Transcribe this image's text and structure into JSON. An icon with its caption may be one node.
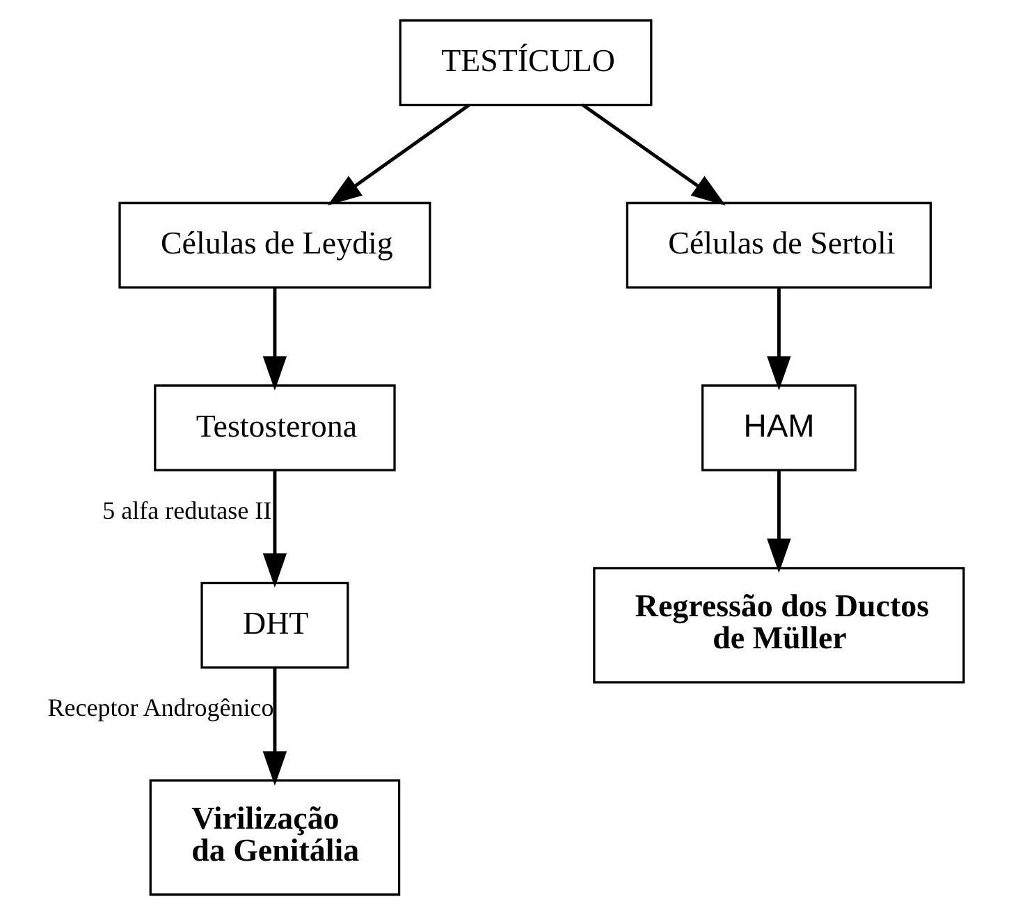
{
  "diagram": {
    "nodes": [
      {
        "text": [
          "TESTÍCULO"
        ]
      },
      {
        "text": [
          "Células de Leydig"
        ]
      },
      {
        "text": [
          "Células de Sertoli"
        ]
      },
      {
        "text": [
          "Testosterona"
        ]
      },
      {
        "text": [
          "DHT"
        ]
      },
      {
        "text": [
          "Virilização da Genitália"
        ]
      },
      {
        "text": [
          "HAM"
        ]
      },
      {
        "text": [
          "Regressão dos Ductos de Müller"
        ]
      }
    ],
    "edges": [
      {
        "from": 0,
        "to": 1,
        "arrow": "to"
      },
      {
        "from": 0,
        "to": 2,
        "arrow": "to"
      },
      {
        "from": 1,
        "to": 3,
        "arrow": "to"
      },
      {
        "from": 3,
        "to": 4,
        "arrow": "to",
        "label": "5 alfa redutase II"
      },
      {
        "from": 4,
        "to": 5,
        "arrow": "to",
        "label": "Receptor Androgênico"
      },
      {
        "from": 2,
        "to": 6,
        "arrow": "to"
      },
      {
        "from": 6,
        "to": 7,
        "arrow": "to"
      }
    ]
  }
}
